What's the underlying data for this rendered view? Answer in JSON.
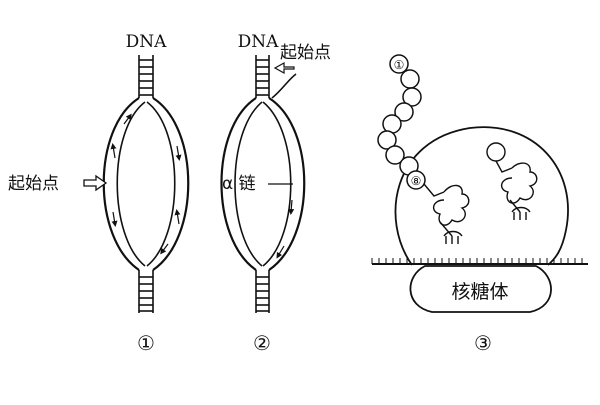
{
  "panel1": {
    "dna_label": "DNA",
    "origin_label": "起始点",
    "panel_number": "①"
  },
  "panel2": {
    "dna_label": "DNA",
    "origin_label": "起始点",
    "strand_label": "α 链",
    "panel_number": "②"
  },
  "panel3": {
    "chain_labels": [
      "①",
      "⑧"
    ],
    "ribosome_label": "核糖体",
    "panel_number": "③"
  }
}
